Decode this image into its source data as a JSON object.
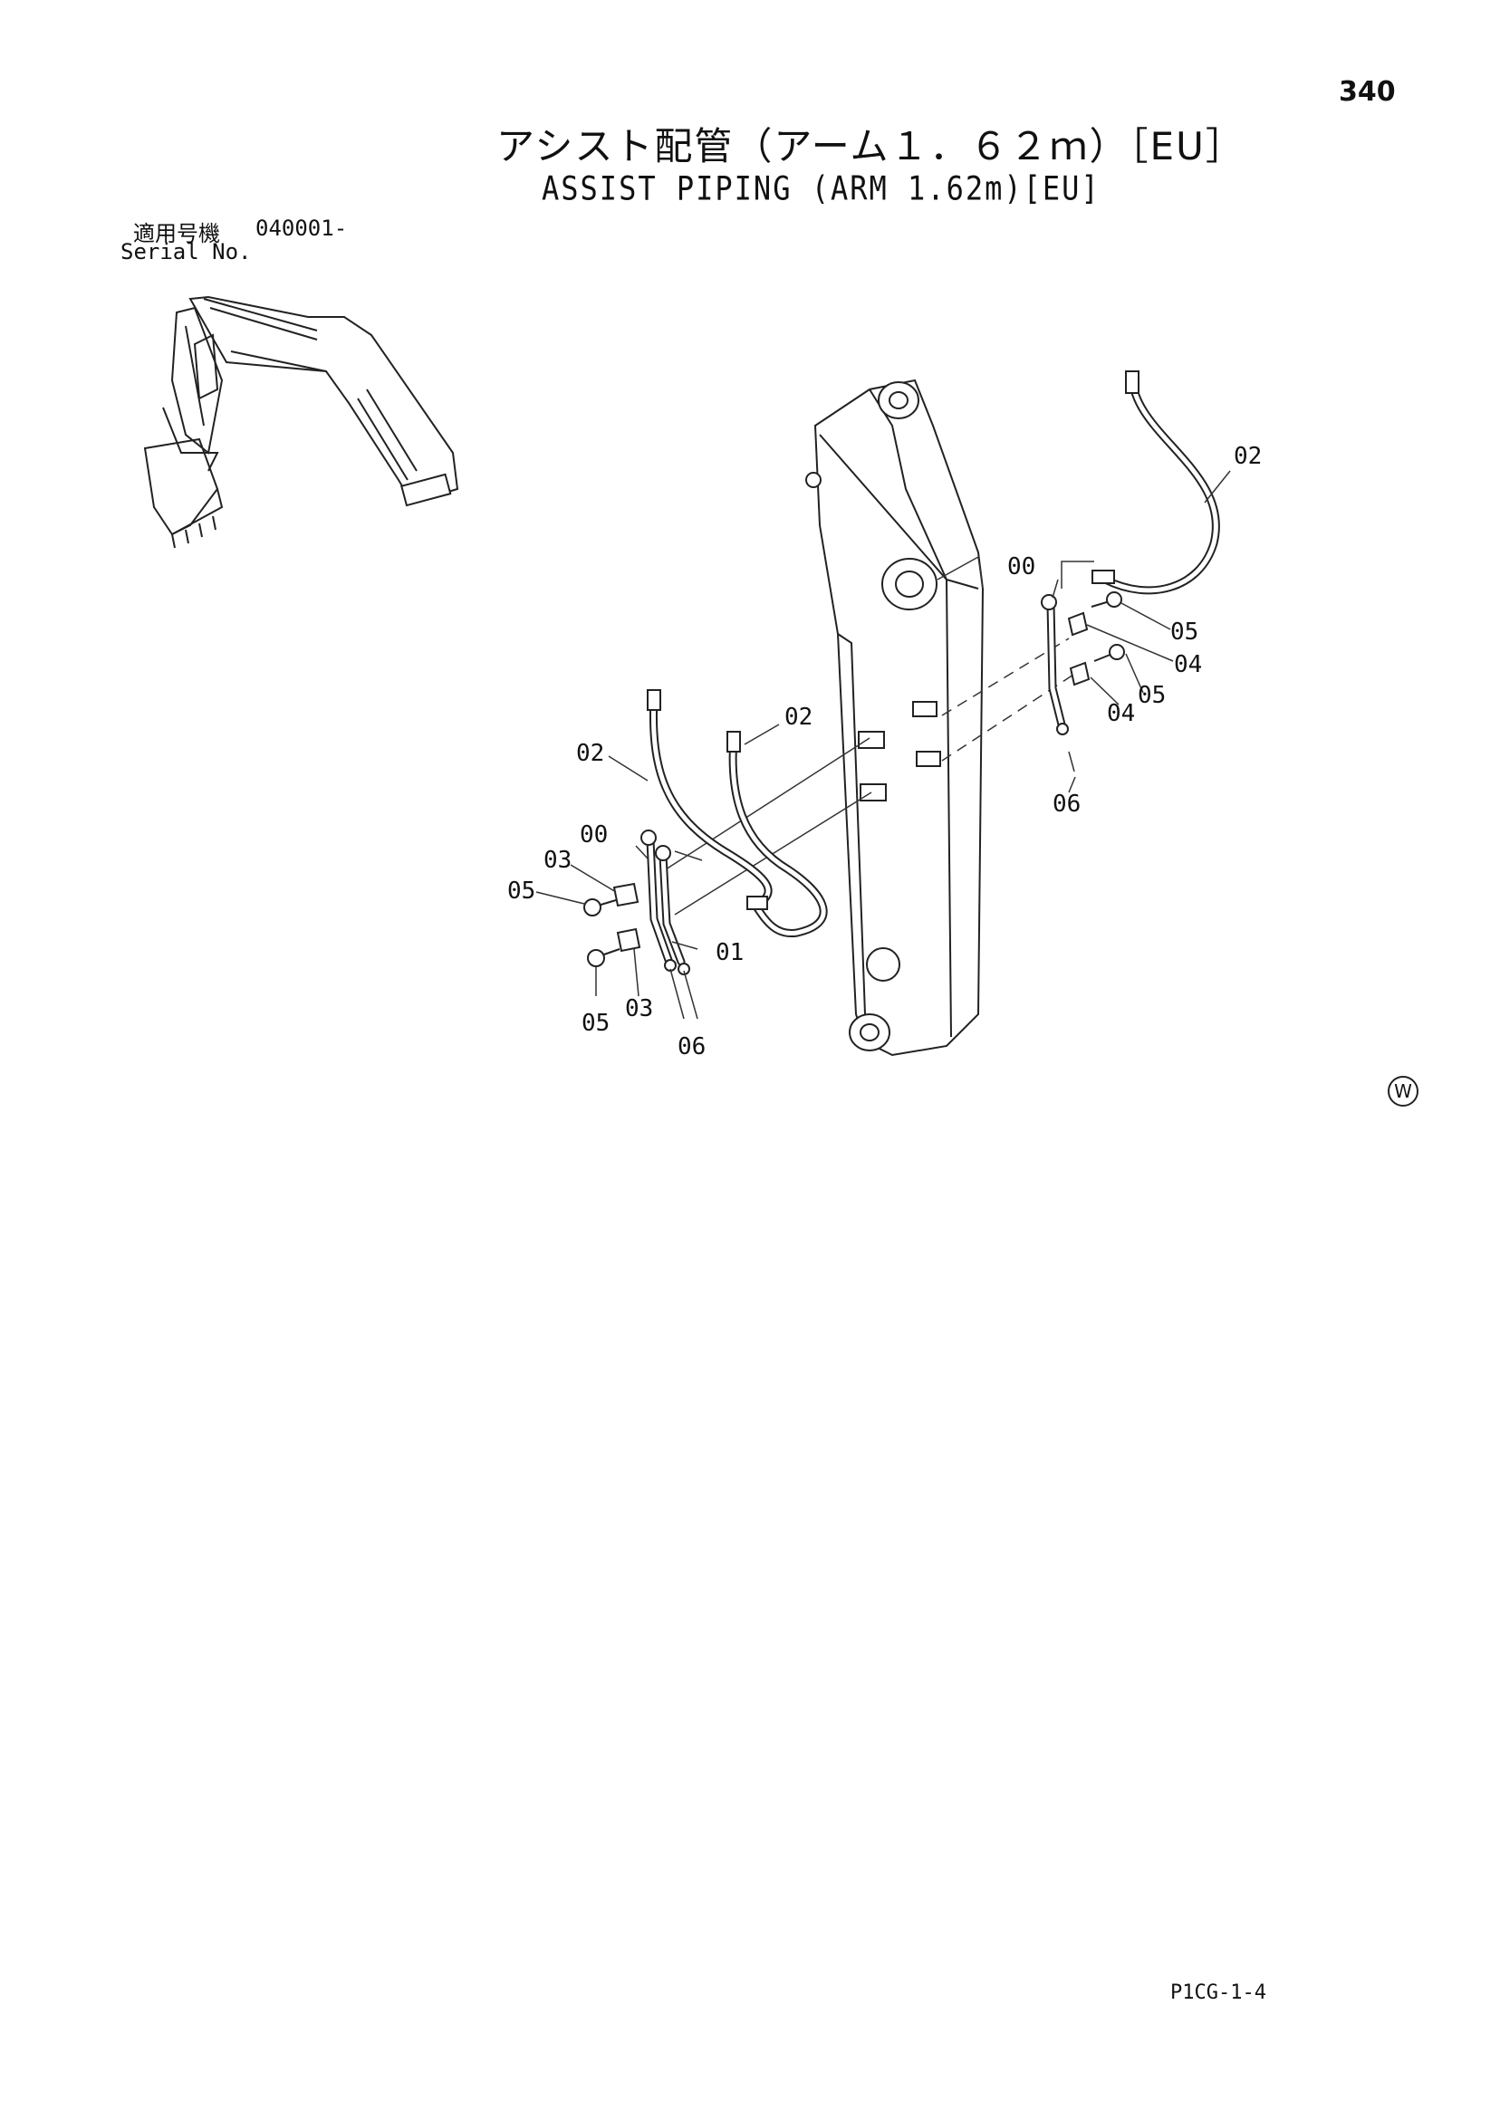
{
  "header": {
    "page_number": "340",
    "title_jp": "アシスト配管（アーム１．６２ｍ）［EU］",
    "title_en": "ASSIST PIPING (ARM 1.62m)[EU]"
  },
  "serial": {
    "label_jp": "適用号機",
    "value": "040001-",
    "label_en": "Serial No."
  },
  "callouts": {
    "c02_right": "02",
    "c00_right": "00",
    "c05_right_a": "05",
    "c04_right_a": "04",
    "c05_right_b": "05",
    "c04_right_b": "04",
    "c06_right": "06",
    "c02_mid": "02",
    "c02_left": "02",
    "c00_left": "00",
    "c03_left_a": "03",
    "c05_left_a": "05",
    "c01_left": "01",
    "c05_left_b": "05",
    "c03_left_b": "03",
    "c06_left": "06"
  },
  "footer": {
    "watermark": "W",
    "page_code": "P1CG-1-4"
  }
}
